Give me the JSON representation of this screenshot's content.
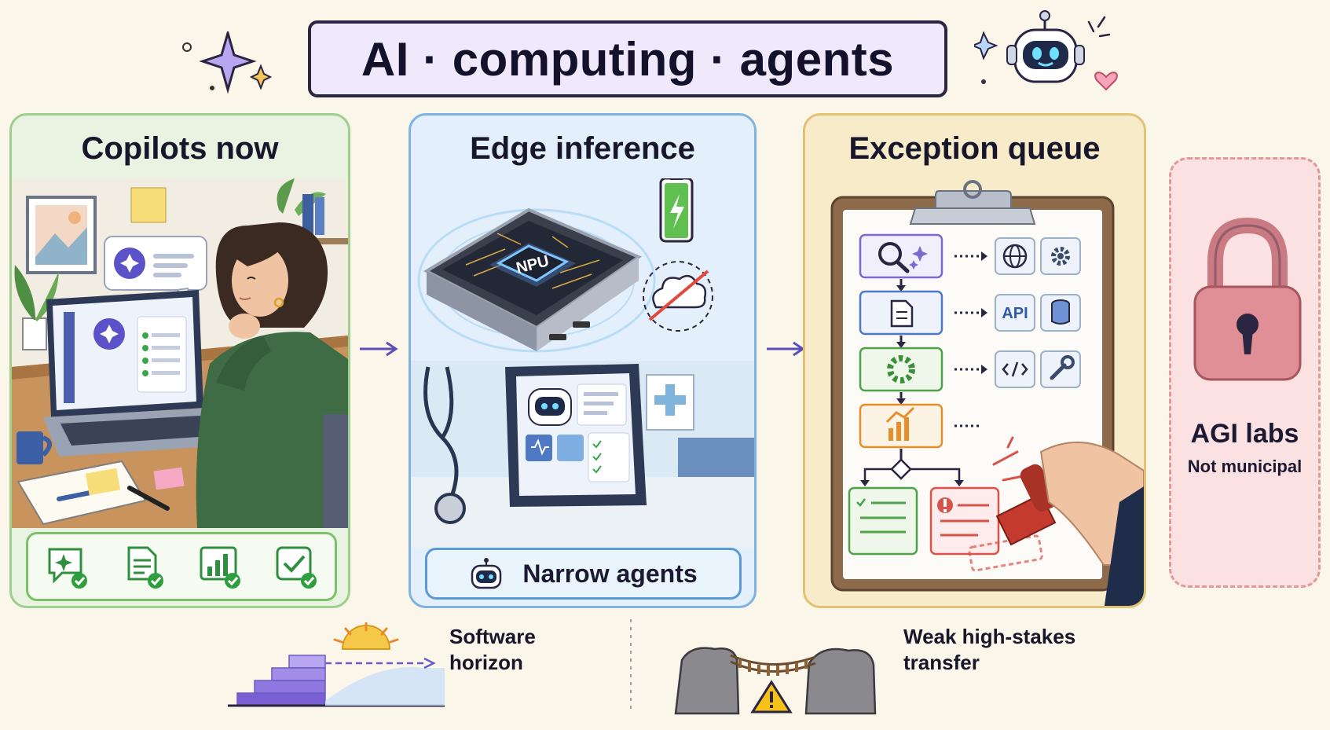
{
  "title": "AI · computing · agents",
  "panels": {
    "copilots": {
      "title": "Copilots now",
      "icons": [
        "sparkle-chat-icon",
        "document-icon",
        "bar-chart-icon",
        "checkmark-icon"
      ]
    },
    "edge": {
      "title": "Edge inference",
      "chip_label": "NPU",
      "footer": "Narrow agents"
    },
    "exception": {
      "title": "Exception queue",
      "api_label": "API"
    },
    "agi": {
      "title": "AGI labs",
      "subtitle": "Not municipal"
    }
  },
  "bottom": {
    "software": "Software horizon",
    "software_lines": [
      "Software",
      "horizon"
    ],
    "transfer": "Weak high-stakes transfer",
    "transfer_lines": [
      "Weak high-stakes",
      "transfer"
    ]
  },
  "colors": {
    "title_bg": "#efe9fb",
    "green_panel": "#e8f3e1",
    "blue_panel": "#e3f0fb",
    "yellow_panel": "#f8ebc9",
    "pink_panel": "#fbe1e1",
    "accent_purple": "#6a5cc8"
  }
}
